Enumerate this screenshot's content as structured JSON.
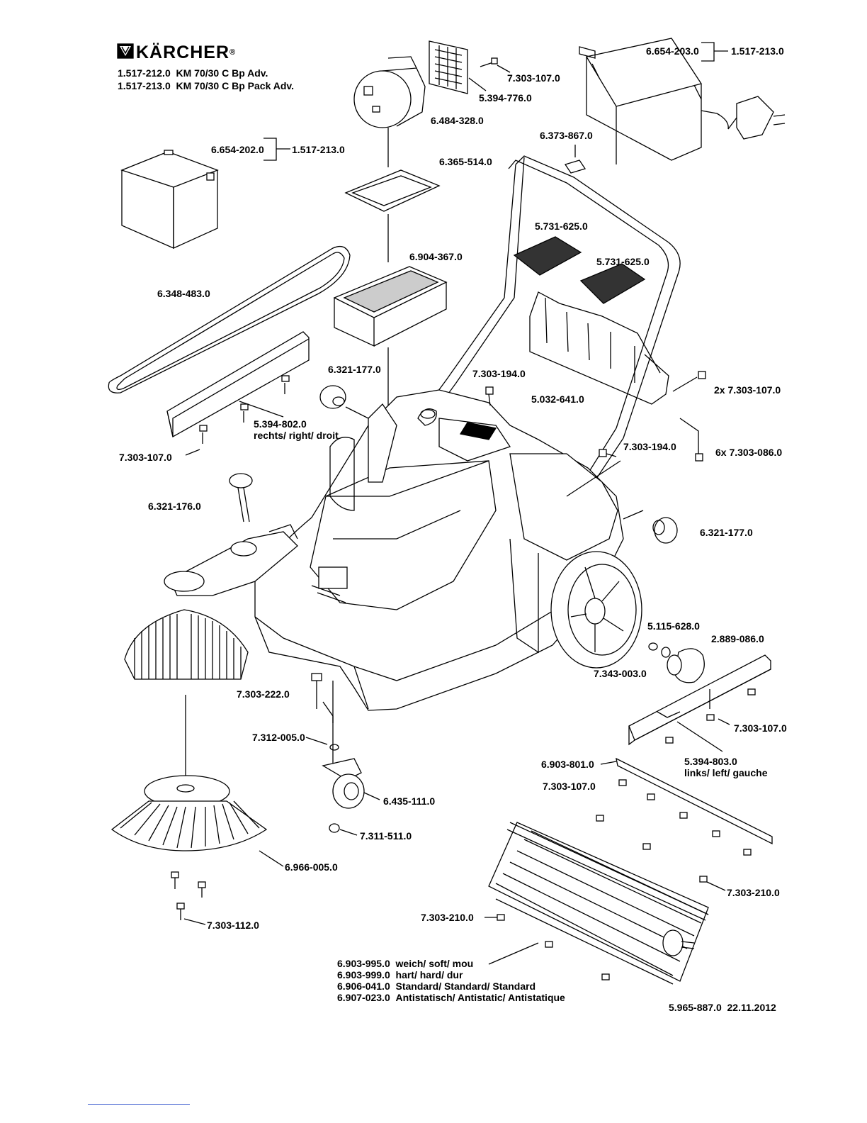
{
  "brand": {
    "name": "KÄRCHER",
    "registered": "®"
  },
  "models": [
    {
      "code": "1.517-212.0",
      "name": "KM 70/30 C Bp Adv."
    },
    {
      "code": "1.517-213.0",
      "name": "KM 70/30 C Bp Pack Adv."
    }
  ],
  "parts": {
    "p_6654203": "6.654-203.0",
    "p_1517213_a": "1.517-213.0",
    "p_7303107_top": "7.303-107.0",
    "p_5394776": "5.394-776.0",
    "p_6484328": "6.484-328.0",
    "p_6373867": "6.373-867.0",
    "p_6654202": "6.654-202.0",
    "p_1517213_b": "1.517-213.0",
    "p_6365514": "6.365-514.0",
    "p_5731625_a": "5.731-625.0",
    "p_5731625_b": "5.731-625.0",
    "p_6904367": "6.904-367.0",
    "p_6348483": "6.348-483.0",
    "p_6321177_a": "6.321-177.0",
    "p_7303194_a": "7.303-194.0",
    "p_5032641": "5.032-641.0",
    "p_2x7303107": "2x 7.303-107.0",
    "p_5394802": "5.394-802.0",
    "p_5394802_desc": "rechts/ right/ droit",
    "p_7303107_left": "7.303-107.0",
    "p_7303194_b": "7.303-194.0",
    "p_6x7303086": "6x 7.303-086.0",
    "p_6321176": "6.321-176.0",
    "p_6321177_b": "6.321-177.0",
    "p_5115628": "5.115-628.0",
    "p_2889086": "2.889-086.0",
    "p_7343003": "7.343-003.0",
    "p_7303222": "7.303-222.0",
    "p_7303107_right": "7.303-107.0",
    "p_7312005": "7.312-005.0",
    "p_5394803": "5.394-803.0",
    "p_5394803_desc": "links/ left/ gauche",
    "p_6903801": "6.903-801.0",
    "p_7303107_brush": "7.303-107.0",
    "p_6435111": "6.435-111.0",
    "p_7311511": "7.311-511.0",
    "p_6966005": "6.966-005.0",
    "p_7303210_a": "7.303-210.0",
    "p_7303210_b": "7.303-210.0",
    "p_7303112": "7.303-112.0"
  },
  "brush_variants": [
    {
      "code": "6.903-995.0",
      "desc": "weich/ soft/ mou"
    },
    {
      "code": "6.903-999.0",
      "desc": "hart/ hard/ dur"
    },
    {
      "code": "6.906-041.0",
      "desc": "Standard/ Standard/ Standard"
    },
    {
      "code": "6.907-023.0",
      "desc": "Antistatisch/ Antistatic/ Antistatique"
    }
  ],
  "document": {
    "number": "5.965-887.0",
    "date": "22.11.2012"
  }
}
